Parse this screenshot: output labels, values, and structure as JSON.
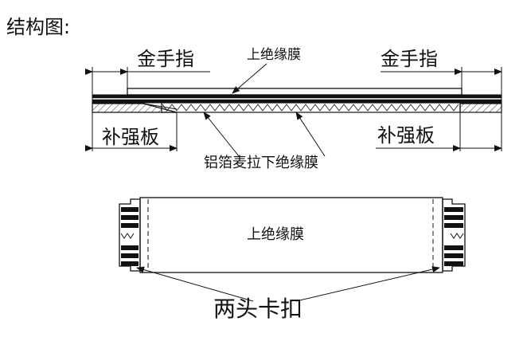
{
  "title": "结构图:",
  "section_view": {
    "labels": {
      "gold_finger_left": "金手指",
      "gold_finger_right": "金手指",
      "top_insulation_film": "上绝缘膜",
      "stiffener_left": "补强板",
      "stiffener_right": "补强板",
      "foil_and_bottom_film": "铝箔麦拉下绝缘膜"
    }
  },
  "top_view": {
    "labels": {
      "top_insulation_film": "上绝缘膜",
      "end_clips": "两头卡扣"
    }
  },
  "colors": {
    "line": "#111111",
    "hatch": "#333333",
    "background": "#ffffff"
  }
}
